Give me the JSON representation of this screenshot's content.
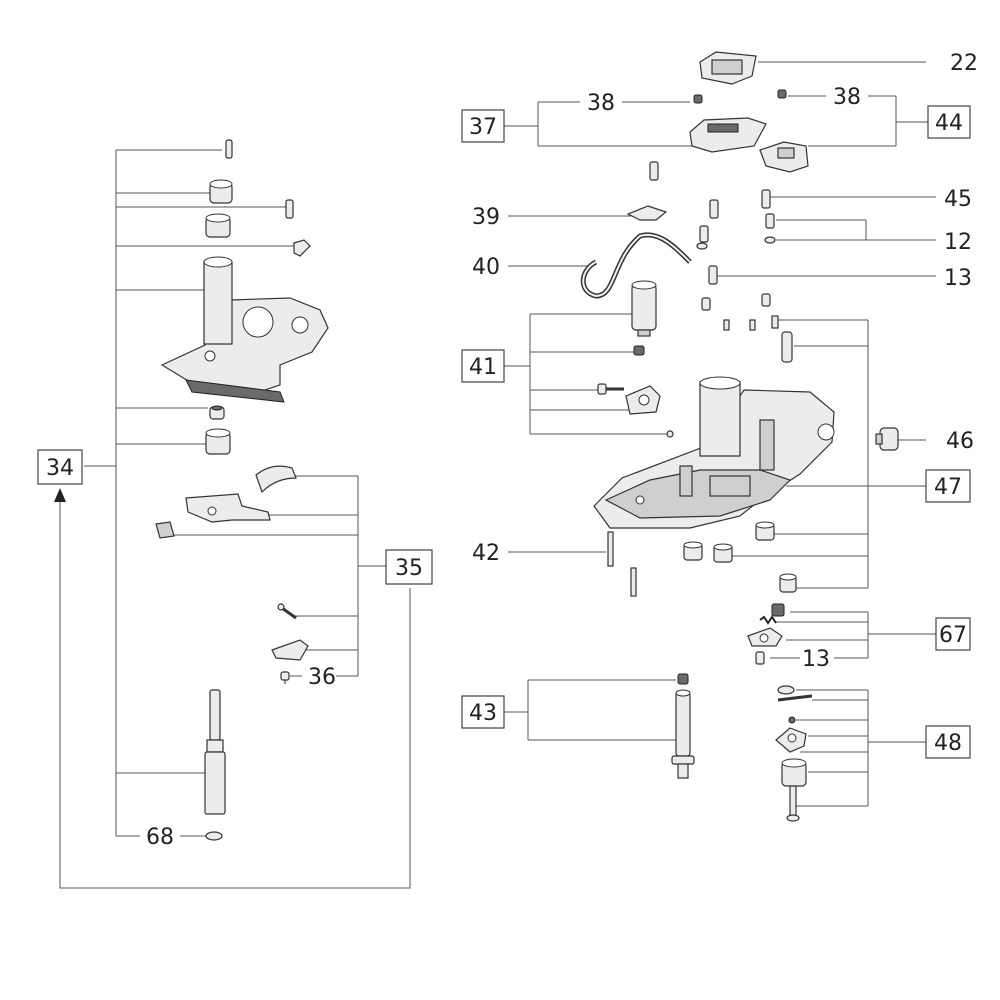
{
  "labels": {
    "l22": "22",
    "l38a": "38",
    "l38b": "38",
    "l45": "45",
    "l12": "12",
    "l13a": "13",
    "l39": "39",
    "l40": "40",
    "l46": "46",
    "l42": "42",
    "l13b": "13",
    "l36": "36",
    "l68": "68"
  },
  "boxes": {
    "b37": "37",
    "b44": "44",
    "b41": "41",
    "b47": "47",
    "b34": "34",
    "b35": "35",
    "b43": "43",
    "b67": "67",
    "b48": "48"
  },
  "colors": {
    "line": "#555555",
    "part_fill": "#ececec",
    "part_dark": "#6a6a6a"
  }
}
